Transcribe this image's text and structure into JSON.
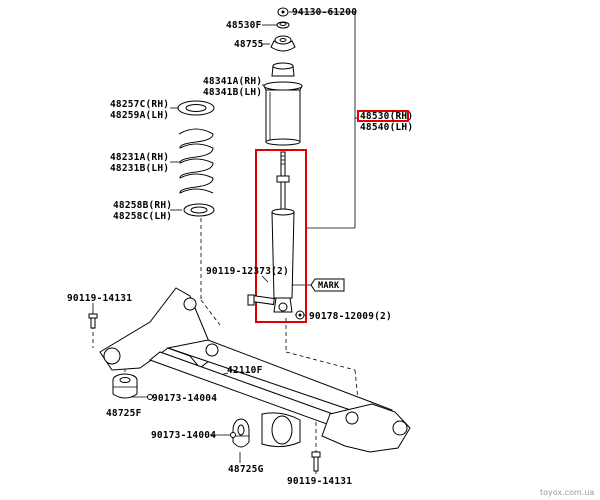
{
  "diagram": {
    "labels": {
      "bolt_top": "94130-61200",
      "nut_top": "48530F",
      "bushing_top": "48755",
      "bumper_rh": "48341A(RH)",
      "bumper_lh": "48341B(LH)",
      "seat_upper_rh": "48257C(RH)",
      "seat_upper_lh": "48259A(LH)",
      "spring_rh": "48231A(RH)",
      "spring_lh": "48231B(LH)",
      "seat_lower_rh": "48258B(RH)",
      "seat_lower_lh": "48258C(LH)",
      "absorber_rh": "48530(RH)",
      "absorber_lh": "48540(LH)",
      "mount_bolt": "90119-12373(2)",
      "mark": "MARK",
      "washer": "90178-12009(2)",
      "left_bolt": "90119-14131",
      "beam": "42110F",
      "bushing_left_clip": "90173-14004",
      "bushing_left": "48725F",
      "clip_lower": "90173-14004",
      "bushing_right": "48725G",
      "bolt_lower": "90119-14131"
    },
    "watermark": "toyox.com.ua",
    "highlight_color": "#e00000"
  }
}
